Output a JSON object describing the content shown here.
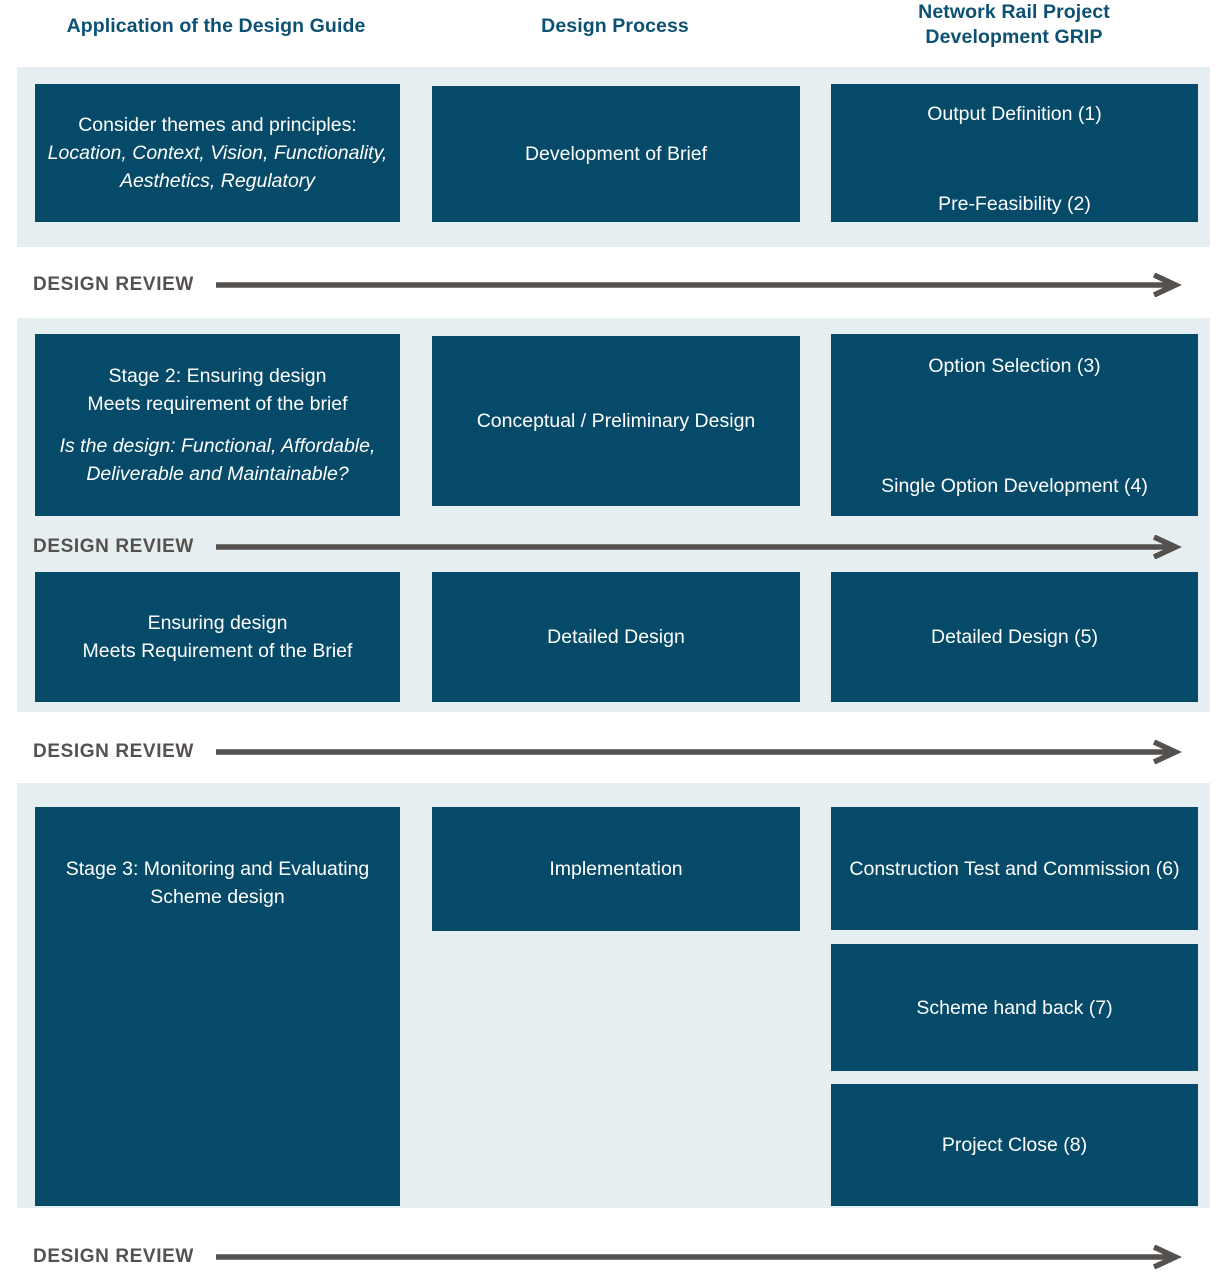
{
  "headings": {
    "col1": "Application of the Design Guide",
    "col2": "Design Process",
    "col3_line1": "Network Rail Project",
    "col3_line2": "Development GRIP"
  },
  "colors": {
    "heading": "#0c5174",
    "box_fill": "#064a69",
    "band_fill": "#e5eff1",
    "arrow": "#55514f",
    "box_text": "#ffffff"
  },
  "rows": [
    {
      "id": "row-1",
      "col1": {
        "title": "Consider themes and principles:",
        "italic": "Location, Context, Vision, Functionality, Aesthetics, Regulatory"
      },
      "col2": {
        "label": "Development of Brief"
      },
      "col3": {
        "top": "Output Definition (1)",
        "bottom": "Pre-Feasibility (2)"
      }
    },
    {
      "id": "row-2",
      "col1": {
        "title": "Stage 2: Ensuring design\nMeets requirement of the brief",
        "italic": "Is the design: Functional, Affordable, Deliverable and Maintainable?"
      },
      "col2": {
        "label": "Conceptual / Preliminary Design"
      },
      "col3": {
        "top": "Option Selection (3)",
        "bottom": "Single Option Development (4)"
      }
    },
    {
      "id": "row-3",
      "col1": {
        "title": "Ensuring design\nMeets Requirement of the Brief"
      },
      "col2": {
        "label": "Detailed Design"
      },
      "col3": {
        "label": "Detailed Design (5)"
      }
    },
    {
      "id": "row-4",
      "col1": {
        "title": "Stage 3: Monitoring and Evaluating\nScheme design"
      },
      "col2": {
        "label": "Implementation"
      },
      "col3_items": [
        "Construction Test and Commission (6)",
        "Scheme hand back (7)",
        "Project Close (8)"
      ]
    }
  ],
  "reviews": [
    {
      "label": "DESIGN REVIEW"
    },
    {
      "label": "DESIGN REVIEW"
    },
    {
      "label": "DESIGN REVIEW"
    },
    {
      "label": "DESIGN REVIEW"
    }
  ]
}
